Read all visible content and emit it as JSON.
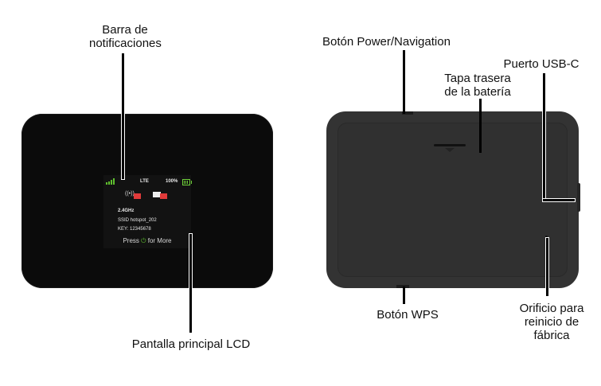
{
  "front": {
    "labels": {
      "notification_bar": "Barra de\nnotificaciones",
      "notification_bar_line1": "Barra de",
      "notification_bar_line2": "notificaciones",
      "main_lcd": "Pantalla principal LCD"
    },
    "lcd": {
      "network": "LTE",
      "battery": "100%",
      "signal_icon": "signal-bars-icon",
      "battery_icon": "battery-full-icon",
      "wifi_icon": "wifi-broadcast-icon",
      "message_icon": "envelope-icon",
      "band": "2.4GHz",
      "ssid": "SSID hotspot_202",
      "key": "KEY: 12345678",
      "press_prefix": "Press",
      "press_icon": "power-icon",
      "press_suffix": "for More"
    }
  },
  "back": {
    "labels": {
      "power_nav_button": "Botón Power/Navigation",
      "battery_cover_line1": "Tapa trasera",
      "battery_cover_line2": "de la batería",
      "usb_port": "Puerto USB-C",
      "wps_button": "Botón WPS",
      "reset_line1": "Orificio para",
      "reset_line2": "reinicio de",
      "reset_line3": "fábrica"
    }
  },
  "colors": {
    "front_body": "#0b0b0b",
    "back_body": "#333333",
    "accent_green": "#5fbf2e",
    "badge_red": "#e03a3a"
  }
}
